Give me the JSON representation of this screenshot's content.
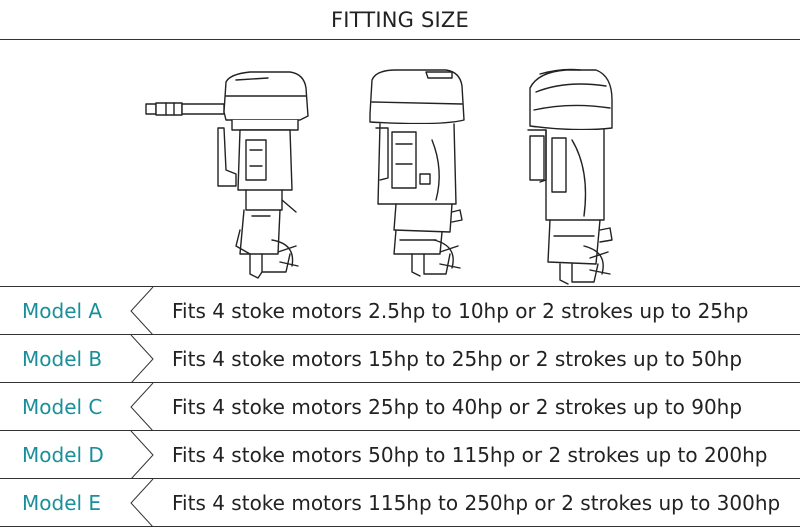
{
  "header": {
    "title": "FITTING SIZE"
  },
  "illustration": {
    "items": [
      {
        "icon": "tiller-outboard-motor-icon"
      },
      {
        "icon": "mid-outboard-motor-icon"
      },
      {
        "icon": "large-outboard-motor-icon"
      }
    ]
  },
  "models": [
    {
      "name": "Model A",
      "fit": "Fits 4 stoke motors 2.5hp to 10hp or 2 strokes up to 25hp"
    },
    {
      "name": "Model B",
      "fit": "Fits 4 stoke motors 15hp to 25hp or 2 strokes up to 50hp"
    },
    {
      "name": "Model C",
      "fit": "Fits 4 stoke motors 25hp to 40hp or 2 strokes up to 90hp"
    },
    {
      "name": "Model D",
      "fit": "Fits 4 stoke motors 50hp to 115hp or 2 strokes up to 200hp"
    },
    {
      "name": "Model E",
      "fit": "Fits 4 stoke motors 115hp to 250hp or 2 strokes up to 300hp"
    }
  ],
  "colors": {
    "model_label": "#1a8f9c",
    "text": "#222222",
    "lines": "#333333"
  }
}
